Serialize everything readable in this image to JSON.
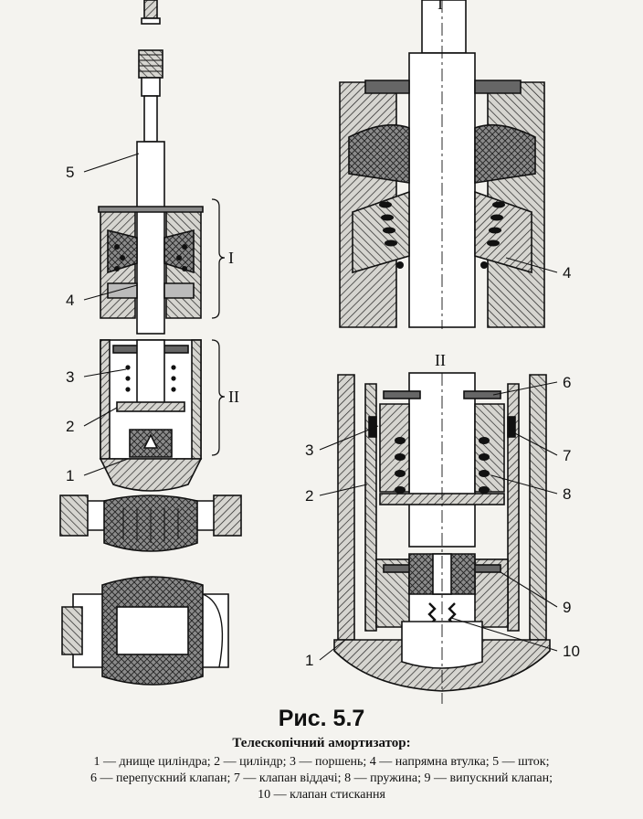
{
  "figure": {
    "number": "Рис. 5.7",
    "title": "Телескопічний амортизатор:",
    "legend_lines": [
      "1 — днище циліндра; 2 — циліндр; 3 — поршень; 4 — напрямна втулка; 5 — шток;",
      "6 — перепускний клапан; 7 — клапан віддачі; 8 — пружина; 9 — випускний клапан;",
      "10 — клапан стискання"
    ]
  },
  "callouts": {
    "left": [
      "5",
      "4",
      "3",
      "2",
      "1"
    ],
    "right": [
      "4",
      "6",
      "3",
      "7",
      "2",
      "8",
      "9",
      "1",
      "10"
    ],
    "sections": [
      "I",
      "II",
      "I",
      "II"
    ]
  },
  "colors": {
    "ink": "#111111",
    "paper": "#f4f3ef",
    "hatch_fill": "#9a9a9a",
    "dark_fill": "#3a3a3a"
  }
}
